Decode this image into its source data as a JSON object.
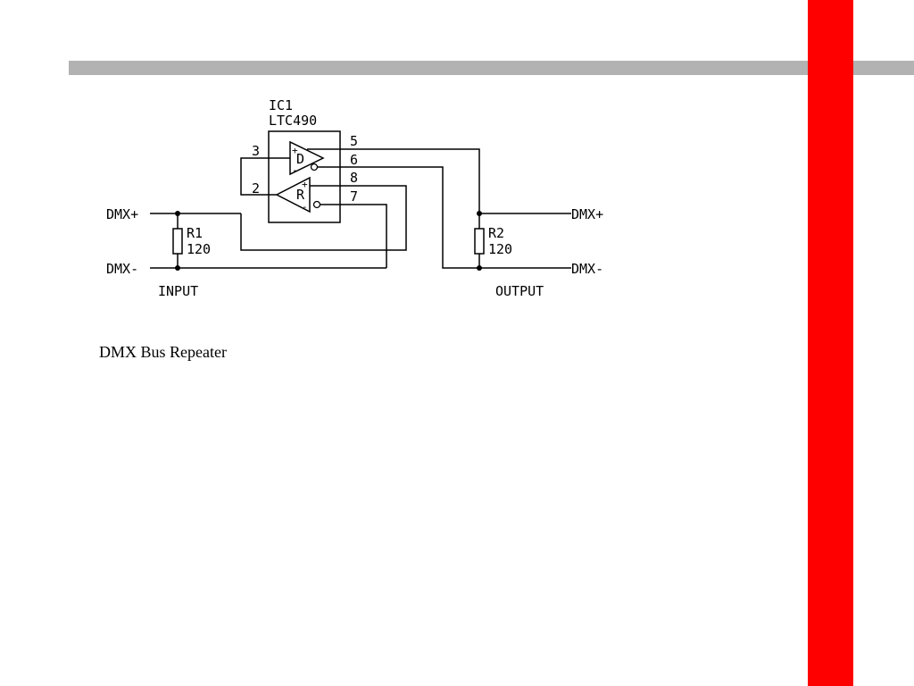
{
  "slide": {
    "caption": "DMX Bus Repeater",
    "colors": {
      "accent_bar": "#ff0000",
      "rule": "#b2b2b2"
    }
  },
  "schematic": {
    "ic_ref": "IC1",
    "ic_part": "LTC490",
    "driver_label": "D",
    "receiver_label": "R",
    "pins": {
      "p2": "2",
      "p3": "3",
      "p5": "5",
      "p6": "6",
      "p7": "7",
      "p8": "8"
    },
    "plus_sign": "+",
    "minus_sign": "-",
    "r1": {
      "ref": "R1",
      "value": "120"
    },
    "r2": {
      "ref": "R2",
      "value": "120"
    },
    "input": {
      "label": "INPUT",
      "plus": "DMX+",
      "minus": "DMX-"
    },
    "output": {
      "label": "OUTPUT",
      "plus": "DMX+",
      "minus": "DMX-"
    }
  }
}
